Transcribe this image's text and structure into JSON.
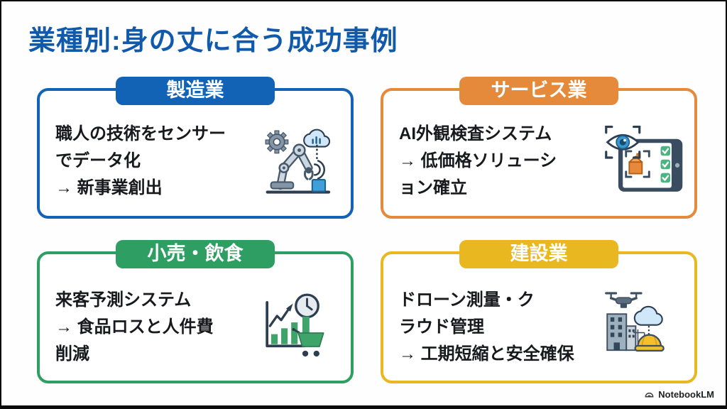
{
  "title": {
    "text": "業種別:身の丈に合う成功事例",
    "color": "#115aab"
  },
  "cards": [
    {
      "id": "manufacturing",
      "label": "製造業",
      "body": "職人の技術をセンサー\nでデータ化\n→ 新事業創出",
      "color": "#1263b5",
      "icon": "robot-arm-sensor-icon"
    },
    {
      "id": "service",
      "label": "サービス業",
      "body": "AI外観検査システム\n→ 低価格ソリューシ\nョン確立",
      "color": "#e5893b",
      "icon": "ai-visual-inspection-icon"
    },
    {
      "id": "retail-food",
      "label": "小売・飲食",
      "body": "来客予測システム\n→ 食品ロスと人件費\n削減",
      "color": "#2e9e62",
      "icon": "forecast-chart-cart-icon"
    },
    {
      "id": "construction",
      "label": "建設業",
      "body": "ドローン測量・ク\nラウド管理\n→ 工期短縮と安全確保",
      "color": "#e9b71f",
      "icon": "drone-survey-cloud-icon"
    }
  ],
  "footer": {
    "brand": "NotebookLM"
  }
}
